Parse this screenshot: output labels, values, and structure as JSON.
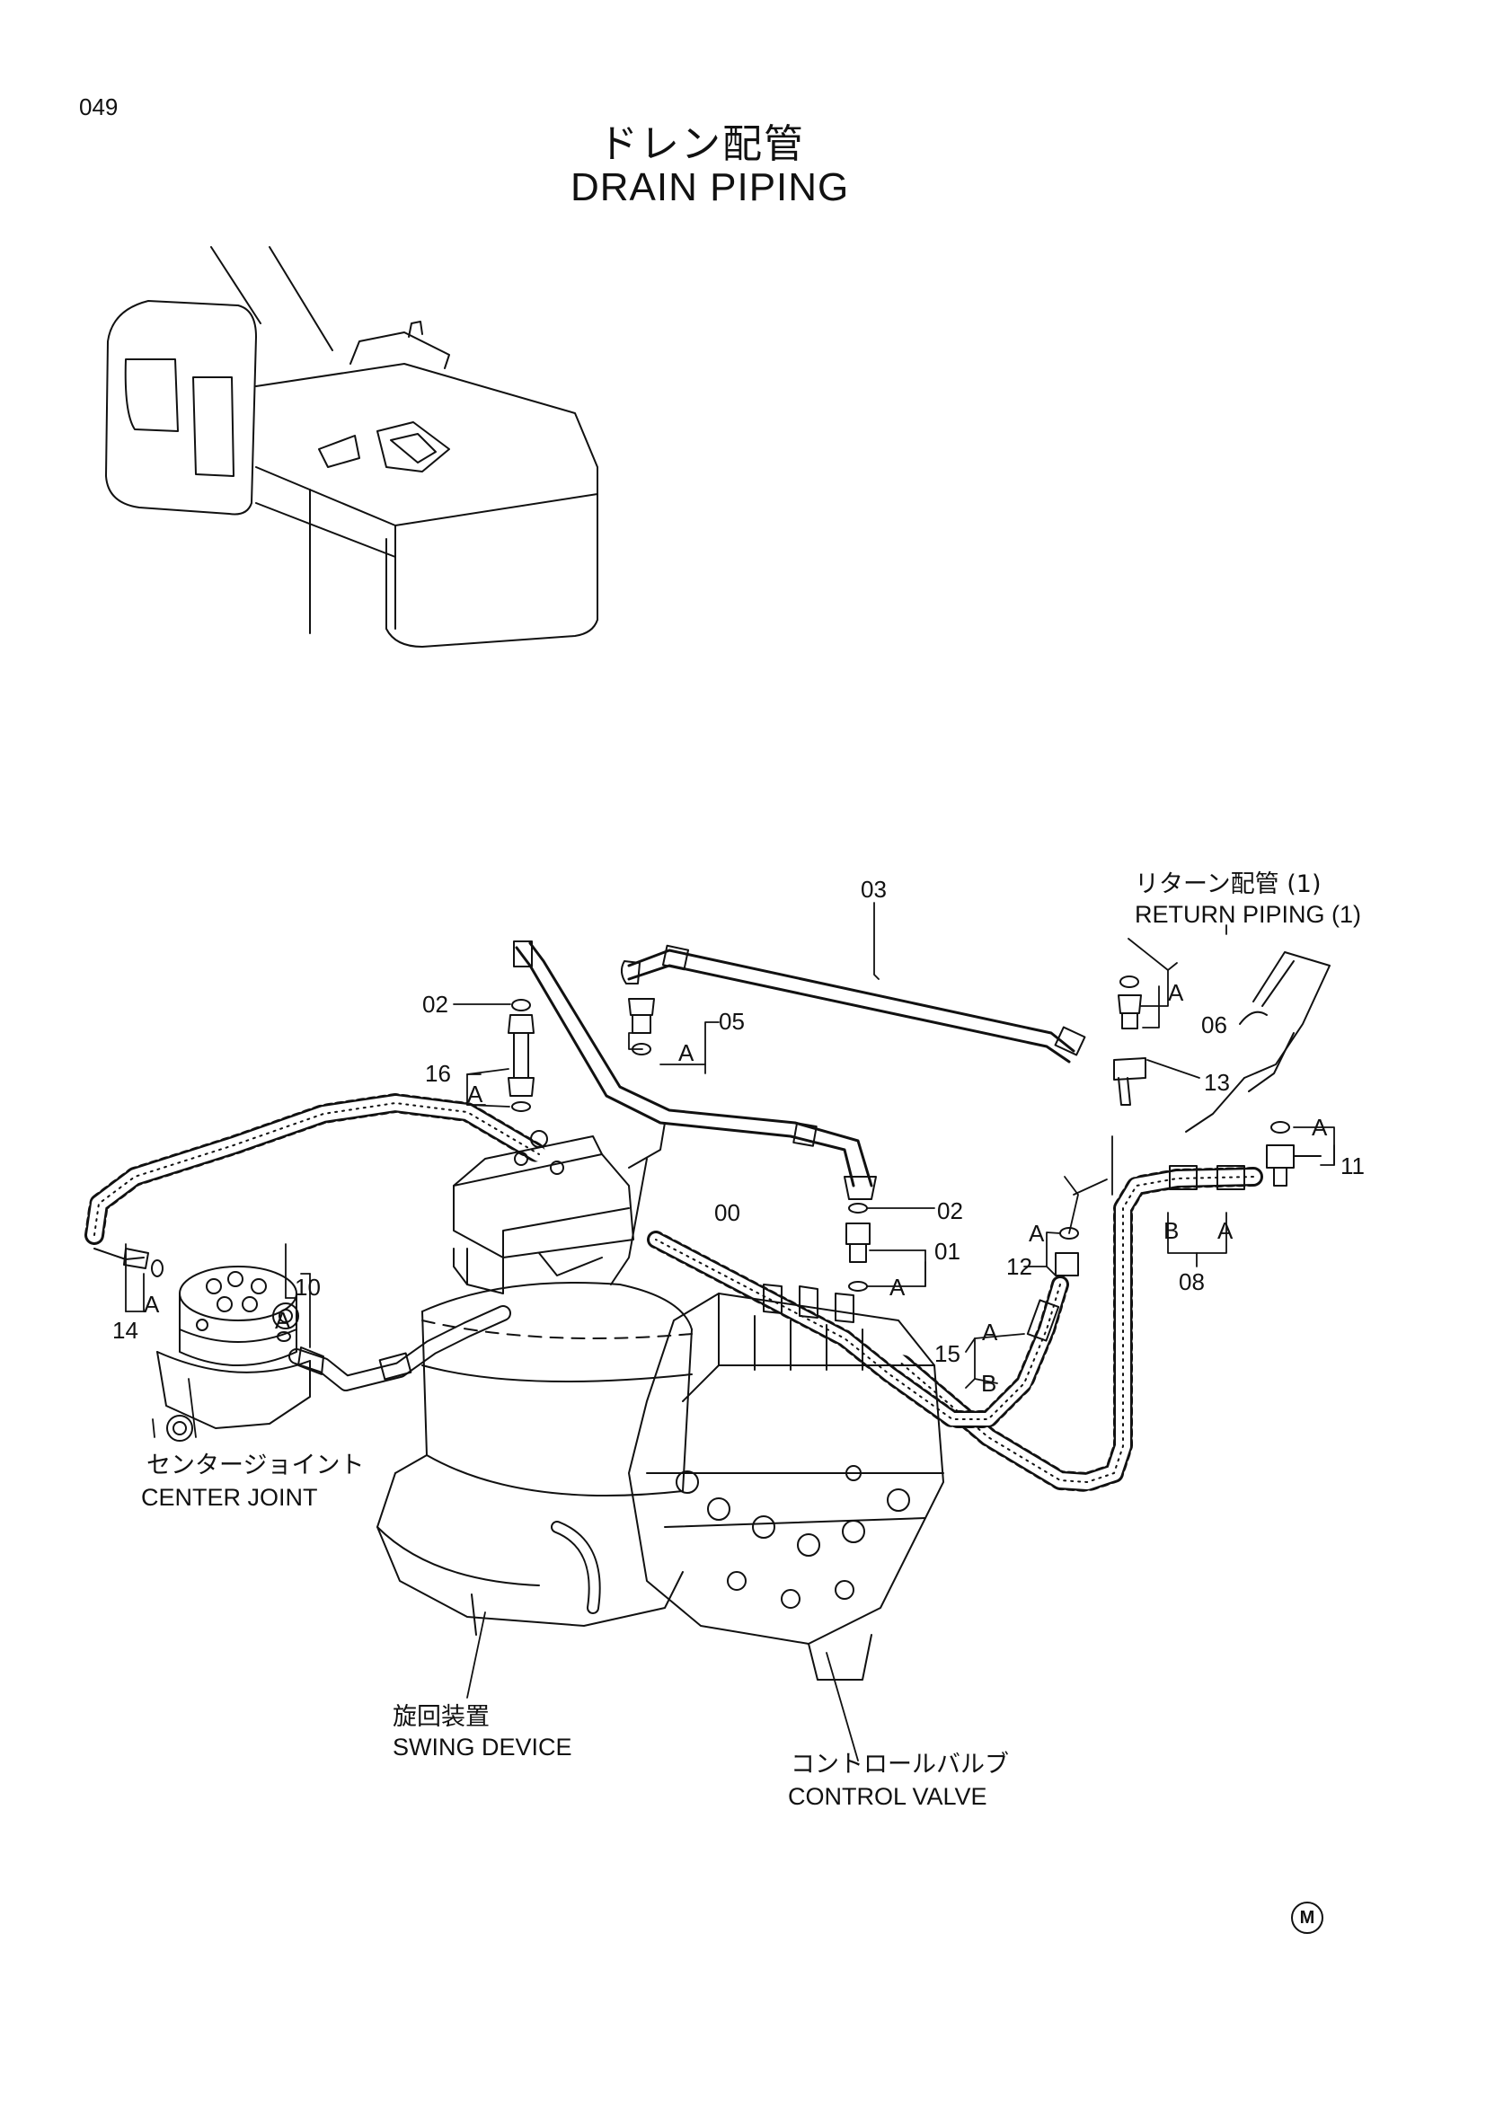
{
  "page_number": "049",
  "title_ja": "ドレン配管",
  "title_en": "DRAIN  PIPING",
  "components": {
    "return_piping_ja": "リターン配管 (1)",
    "return_piping_en": "RETURN  PIPING (1)",
    "center_joint_ja": "センタージョイント",
    "center_joint_en": "CENTER JOINT",
    "swing_device_ja": "旋回装置",
    "swing_device_en": "SWING DEVICE",
    "control_valve_ja": "コントロールバルブ",
    "control_valve_en": "CONTROL VALVE"
  },
  "callouts": {
    "p00": "00",
    "p01": "01",
    "p02a": "02",
    "p02b": "02",
    "p03": "03",
    "p05": "05",
    "p06": "06",
    "p08": "08",
    "p10": "10",
    "p11": "11",
    "p12": "12",
    "p13": "13",
    "p14": "14",
    "p15": "15",
    "p16": "16"
  },
  "letters": {
    "a": "A",
    "b": "B"
  },
  "mark": "M",
  "colors": {
    "ink": "#111111",
    "paper": "#ffffff"
  }
}
